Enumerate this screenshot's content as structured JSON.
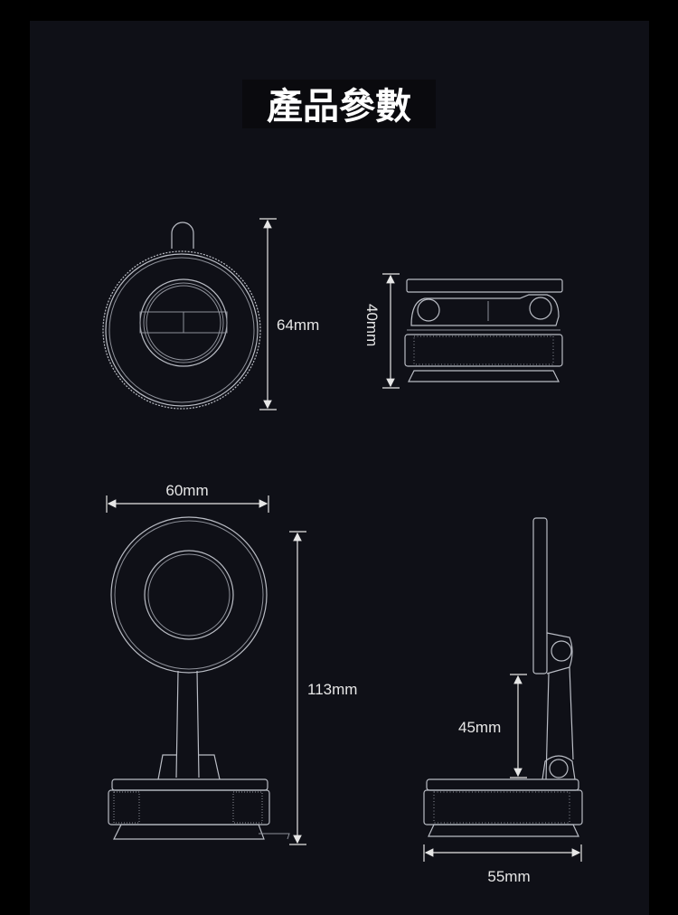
{
  "title": "產品參數",
  "dimensions": {
    "top_diameter": "64mm",
    "top_height": "40mm",
    "front_width": "60mm",
    "front_height": "113mm",
    "arm_height": "45mm",
    "base_depth": "55mm"
  }
}
